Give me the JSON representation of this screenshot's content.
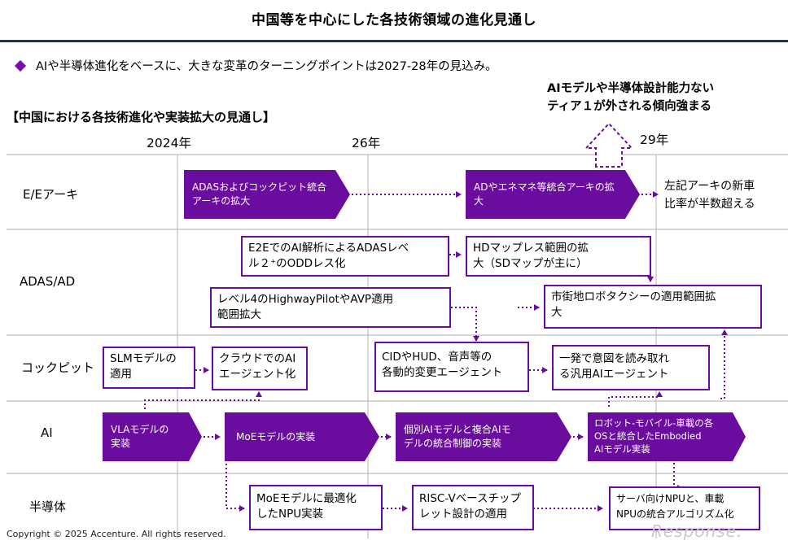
{
  "title": "中国等を中心にした各技術領域の進化見通し",
  "bullet": "AIや半導体進化をベースに、大きな変革のターニングポイントは2027-28年の見込み。",
  "callout": [
    "AIモデルや半導体設計能力ない",
    "ティア１が外される傾向強まる"
  ],
  "section_title": "【中国における各技術進化や実装拡大の見通し】",
  "years": [
    "2024年",
    "26年",
    "29年"
  ],
  "lanes": [
    "E/Eアーキ",
    "ADAS/AD",
    "コックピット",
    "AI",
    "半導体"
  ],
  "chevrons": {
    "ee1": [
      "ADASおよびコックピット統合",
      "アーキの拡大"
    ],
    "ee2": [
      "ADやエネマネ等統合アーキの拡",
      "大"
    ],
    "ai1": [
      "VLAモデルの",
      "実装"
    ],
    "ai2": [
      "MoEモデルの実装"
    ],
    "ai3": [
      "個別AIモデルと複合AIモ",
      "デルの統合制御の実装"
    ],
    "ai4": [
      "ロボット-モバイル-車載の各",
      "OSと統合したEmbodied",
      "AIモデル実装"
    ]
  },
  "boxes": {
    "adas1": [
      "E2EでのAI解析によるADASレベ",
      "ル２⁺のODDレス化"
    ],
    "adas2": [
      "HDマップレス範囲の拡",
      "大（SDマップが主に）"
    ],
    "adas3": [
      "レベル4のHighwayPilotやAVP適用",
      "範囲拡大"
    ],
    "adas4": [
      "市街地ロボタクシーの適用範囲拡",
      "大"
    ],
    "cp1": [
      "SLMモデルの",
      "適用"
    ],
    "cp2": [
      "クラウドでのAI",
      "エージェント化"
    ],
    "cp3": [
      "CIDやHUD、音声等の",
      "各動的変更エージェント"
    ],
    "cp4": [
      "一発で意図を読み取れ",
      "る汎用AIエージェント"
    ],
    "semi1": [
      "MoEモデルに最適化",
      "したNPU実装"
    ],
    "semi2": [
      "RISC-Vベースチップ",
      "レット設計の適用"
    ],
    "semi3": [
      "サーバ向けNPUと、車載",
      "NPUの統合アルゴリズム化"
    ]
  },
  "ee_note": [
    "左記アーキの新車",
    "比率が半数超える"
  ],
  "copyright": "Copyright © 2025 Accenture. All rights reserved.",
  "watermark": "Response.",
  "colors": {
    "purple": "#6a0d9e",
    "navy": "#17355e",
    "grid": "#bfbfbf",
    "diamond": "#7a0fb0"
  }
}
